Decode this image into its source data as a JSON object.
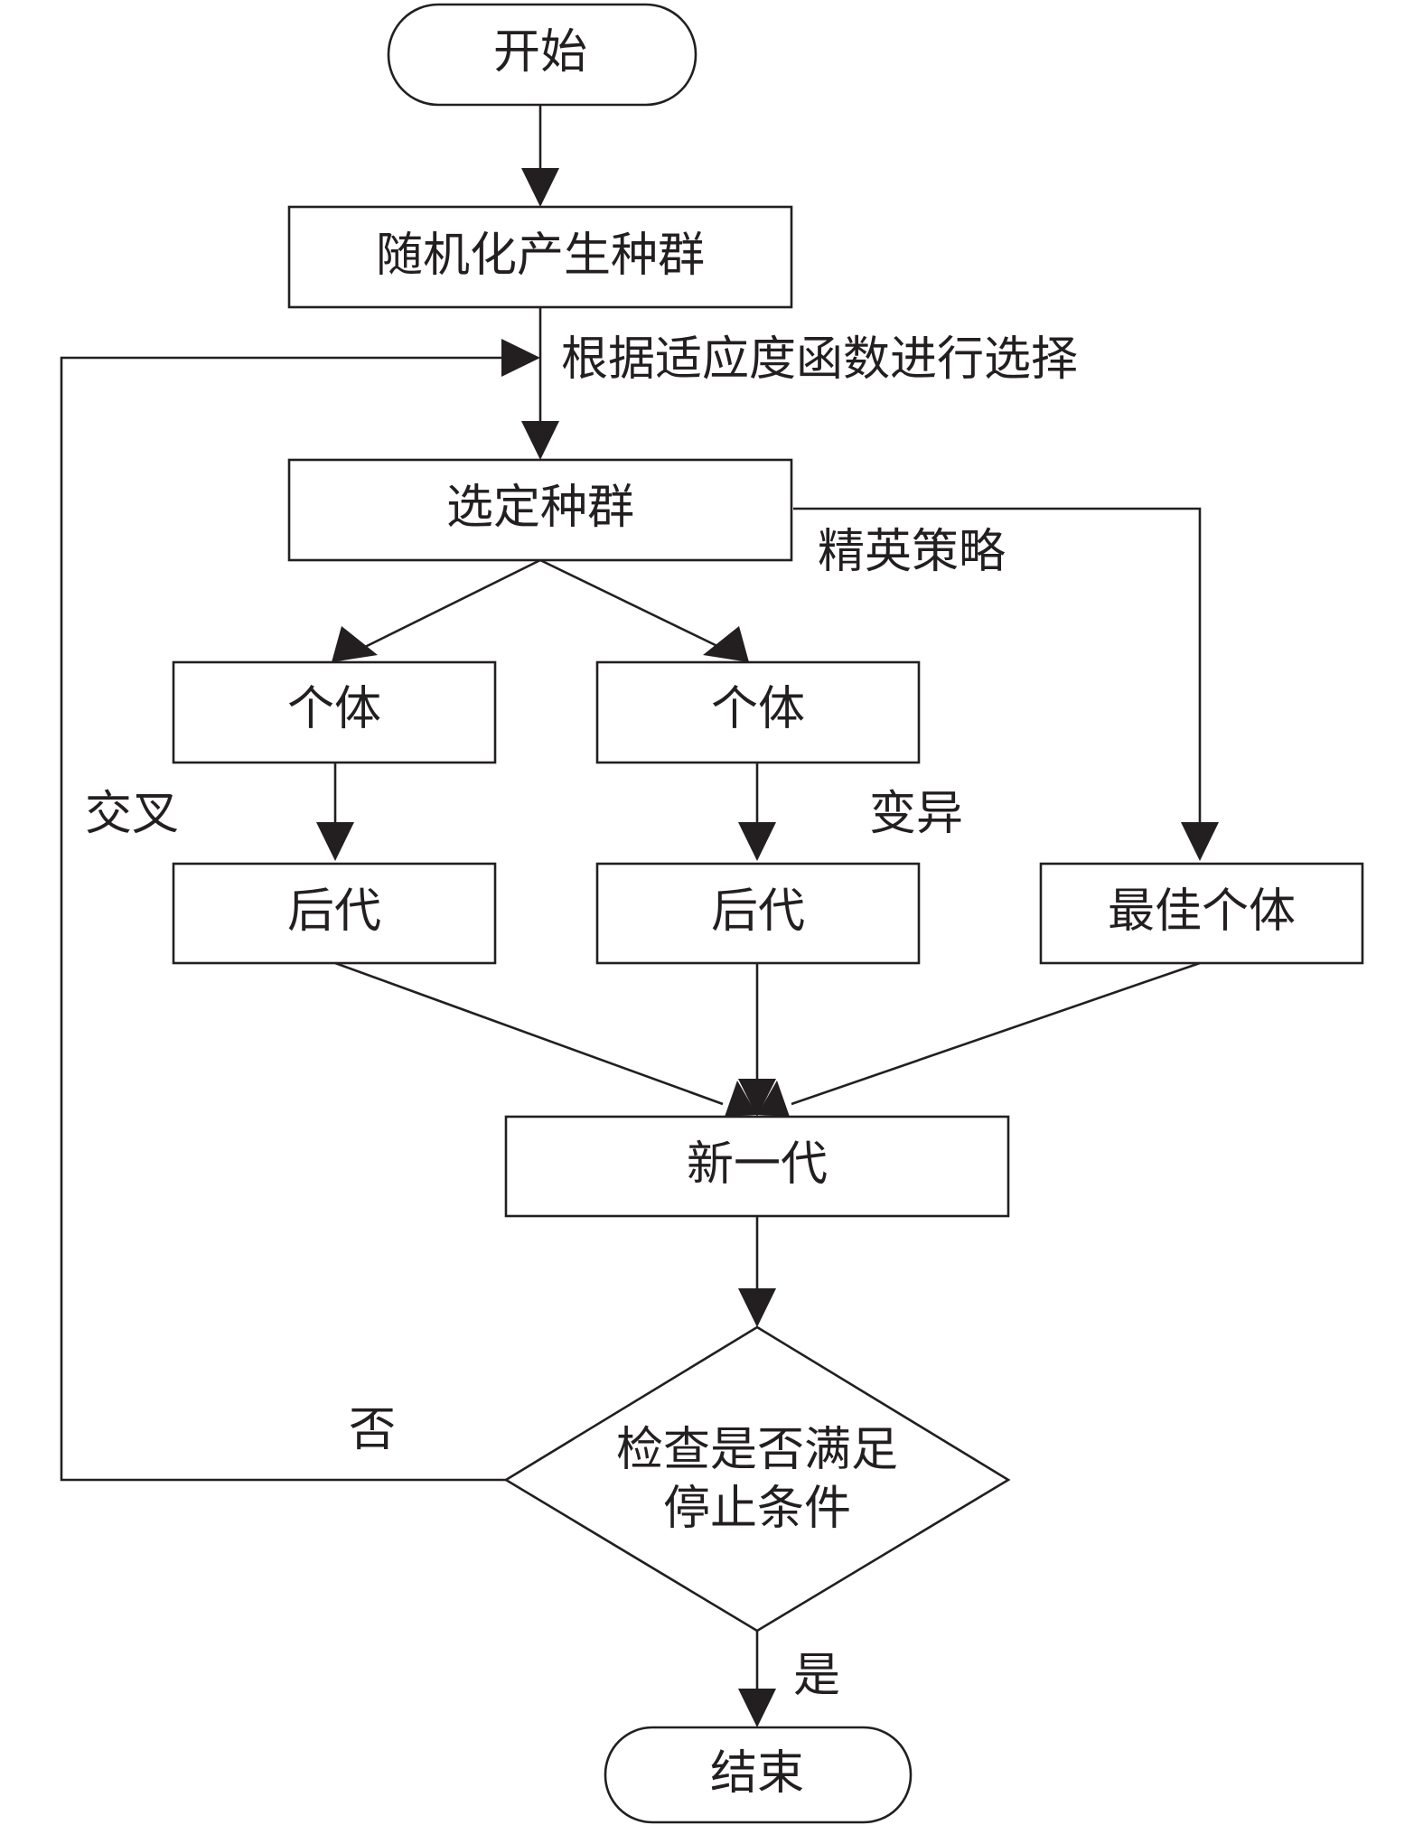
{
  "nodes": {
    "start": "开始",
    "init_population": "随机化产生种群",
    "selected_population": "选定种群",
    "individual_left": "个体",
    "individual_right": "个体",
    "offspring_left": "后代",
    "offspring_right": "后代",
    "best_individual": "最佳个体",
    "new_generation": "新一代",
    "check_line1": "检查是否满足",
    "check_line2": "停止条件",
    "end": "结束"
  },
  "edge_labels": {
    "selection": "根据适应度函数进行选择",
    "elite": "精英策略",
    "crossover": "交叉",
    "mutation": "变异",
    "no": "否",
    "yes": "是"
  },
  "colors": {
    "stroke": "#231f20",
    "background": "#ffffff"
  }
}
